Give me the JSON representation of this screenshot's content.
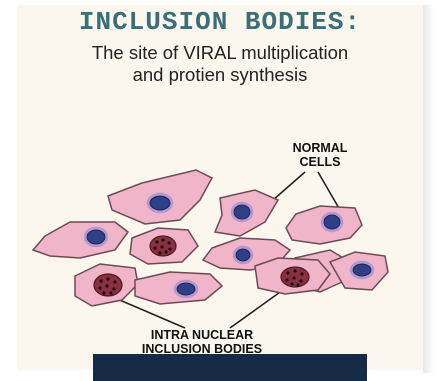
{
  "title": "INCLUSION BODIES:",
  "subtitle": {
    "line1": "The site of VIRAL multiplication",
    "line2": "and protien synthesis"
  },
  "labels": {
    "normal_cells": {
      "line1": "NORMAL",
      "line2": "CELLS"
    },
    "inclusion_bodies": {
      "line1": "INTRA NUCLEAR",
      "line2": "INCLUSION BODIES"
    }
  },
  "caption": "",
  "colors": {
    "cell_fill": "#f0b5c8",
    "cell_outline": "#6b4a55",
    "nucleus_fill": "#2f3f86",
    "inclusion_nucleus_fill": "#8a3040",
    "title": "#3b6f77",
    "caption_bar": "#152a44"
  }
}
